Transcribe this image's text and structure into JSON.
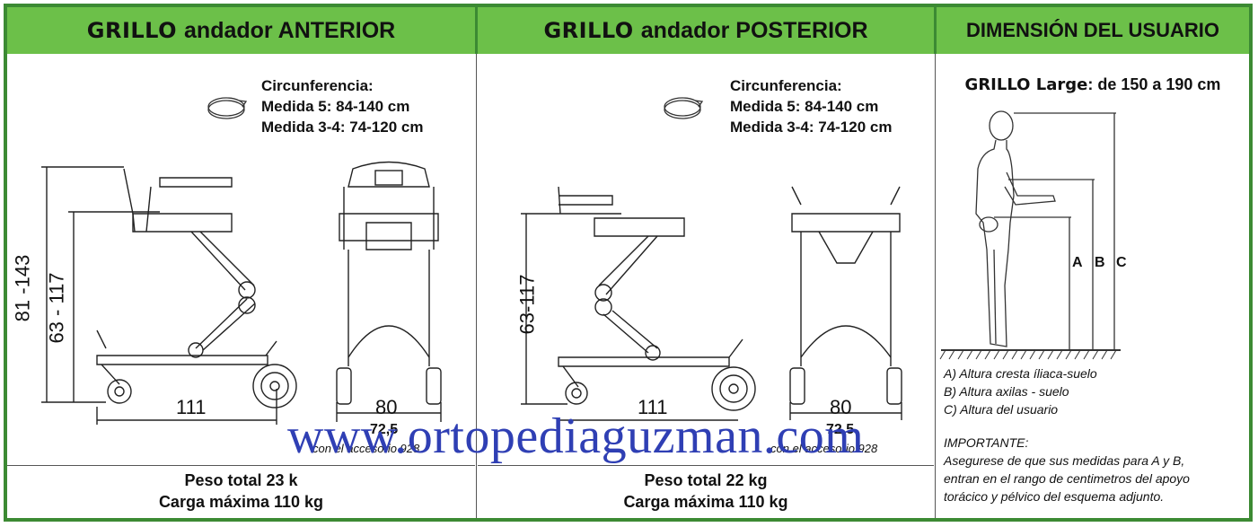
{
  "panels": {
    "anterior": {
      "brand": "GRILLO",
      "title": "andador ANTERIOR",
      "circumference": [
        "Circunferencia:",
        "Medida 5: 84-140 cm",
        "Medida 3-4: 74-120 cm"
      ],
      "dim_total_height": "81 -143",
      "dim_handle_height": "63 - 117",
      "dim_length": "111",
      "dim_width": "80",
      "dim_inner_width": "72,5",
      "accessory_note": "con el accesorio 928",
      "weight": "Peso total 23 k",
      "max_load": "Carga máxima 110 kg"
    },
    "posterior": {
      "brand": "GRILLO",
      "title": "andador POSTERIOR",
      "circumference": [
        "Circunferencia:",
        "Medida 5: 84-140 cm",
        "Medida 3-4: 74-120 cm"
      ],
      "dim_handle_height": "63-117",
      "dim_length": "111",
      "dim_width": "80",
      "dim_inner_width": "72,5",
      "accessory_note": "con el accesorio 928",
      "weight": "Peso total 22 kg",
      "max_load": "Carga máxima 110 kg"
    },
    "user": {
      "title": "DIMENSIÓN DEL USUARIO",
      "size_brand": "GRILLO Large",
      "size_text": ": de 150 a 190 cm",
      "labels": [
        "A",
        "B",
        "C"
      ],
      "legend": [
        "A) Altura cresta íliaca-suelo",
        "B) Altura axilas - suelo",
        "C) Altura del usuario"
      ],
      "important_title": "IMPORTANTE:",
      "important_text": [
        "Asegurese de que sus medidas para A y B,",
        "entran en el rango de centimetros del apoyo",
        "torácico y pélvico del esquema adjunto."
      ]
    }
  },
  "watermark": "www.ortopediaguzman.com",
  "colors": {
    "header_green": "#6cc049",
    "border_green": "#3c8a33",
    "watermark_blue": "#2f3fb4"
  }
}
